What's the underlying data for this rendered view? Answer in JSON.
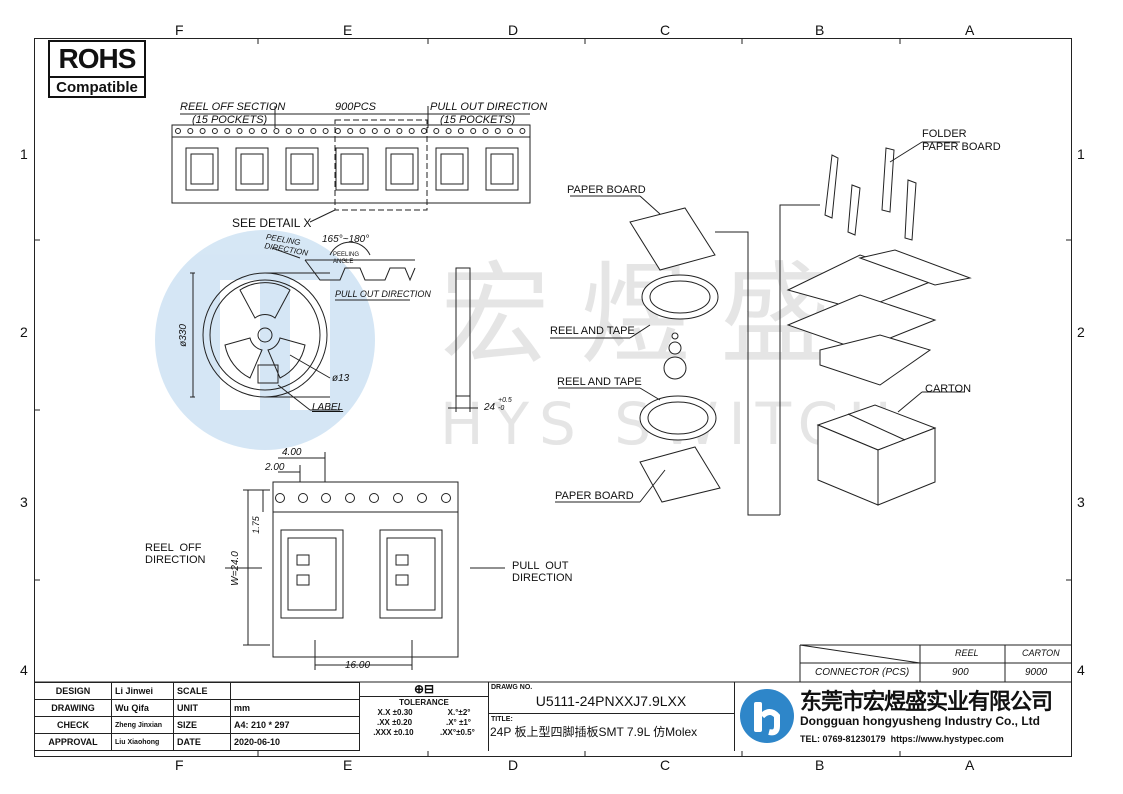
{
  "zones_top": [
    "F",
    "E",
    "D",
    "C",
    "B",
    "A"
  ],
  "zones_bottom": [
    "F",
    "E",
    "D",
    "C",
    "B",
    "A"
  ],
  "zones_side": [
    "1",
    "2",
    "3",
    "4"
  ],
  "rohs": {
    "line1": "ROHS",
    "line2": "Compatible"
  },
  "tape_top": {
    "reel_off_section": "REEL OFF SECTION",
    "pockets_left": "(15 POCKETS)",
    "count": "900PCS",
    "pull_out_direction": "PULL OUT DIRECTION",
    "pockets_right": "(15 POCKETS)",
    "see_detail": "SEE DETAIL X"
  },
  "reel": {
    "peeling_direction": "PEELING\nDIRECTION",
    "angle": "165°~180°",
    "peeling_angle": "PEELING\nANGLE",
    "pull_out": "PULL OUT DIRECTION",
    "diameter": "ø330",
    "hub": "ø13",
    "label": "LABEL",
    "width": "24",
    "tol_plus": "+0.5",
    "tol_minus": "-0"
  },
  "detail": {
    "d400": "4.00",
    "d200": "2.00",
    "d175": "1.75",
    "w": "W=24.0",
    "d1600": "16.00",
    "reel_off": "REEL  OFF\nDIRECTION",
    "pull_out": "PULL  OUT\nDIRECTION"
  },
  "packing": {
    "folder": "FOLDER",
    "paper_board_top": "PAPER  BOARD",
    "paper_board_1": "PAPER  BOARD",
    "reel_tape_1": "REEL  AND  TAPE",
    "reel_tape_2": "REEL  AND  TAPE",
    "paper_board_2": "PAPER  BOARD",
    "carton": "CARTON"
  },
  "qty_table": {
    "headers": [
      "",
      "REEL",
      "CARTON"
    ],
    "row_label": "CONNECTOR (PCS)",
    "reel": "900",
    "carton": "9000"
  },
  "title_block": {
    "design_label": "DESIGN",
    "design": "Li Jinwei",
    "drawing_label": "DRAWING",
    "drawing": "Wu Qifa",
    "check_label": "CHECK",
    "check": "Zheng Jinxian",
    "approval_label": "APPROVAL",
    "approval": "Liu Xiaohong",
    "scale_label": "SCALE",
    "unit_label": "UNIT",
    "unit": "mm",
    "size_label": "SIZE",
    "size": "A4: 210 * 297",
    "date_label": "DATE",
    "date": "2020-06-10",
    "tolerance": "TOLERANCE",
    "tol_rows": [
      [
        "X.X  ±0.30",
        "X.°±2°"
      ],
      [
        ".XX  ±0.20",
        ".X° ±1°"
      ],
      [
        ".XXX ±0.10",
        ".XX°±0.5°"
      ]
    ],
    "drawing_no_label": "DRAWG NO.",
    "drawing_no": "U5111-24PNXXJ7.9LXX",
    "title_label": "TITLE:",
    "title": "24P 板上型四脚插板SMT 7.9L 仿Molex",
    "company_cn": "东莞市宏煜盛实业有限公司",
    "company_en": "Dongguan hongyusheng Industry Co., Ltd",
    "tel": "TEL: 0769-81230179",
    "web": "https://www.hystypec.com"
  },
  "watermark": {
    "cn": "宏煜盛",
    "en": "HYS SWITCH"
  }
}
